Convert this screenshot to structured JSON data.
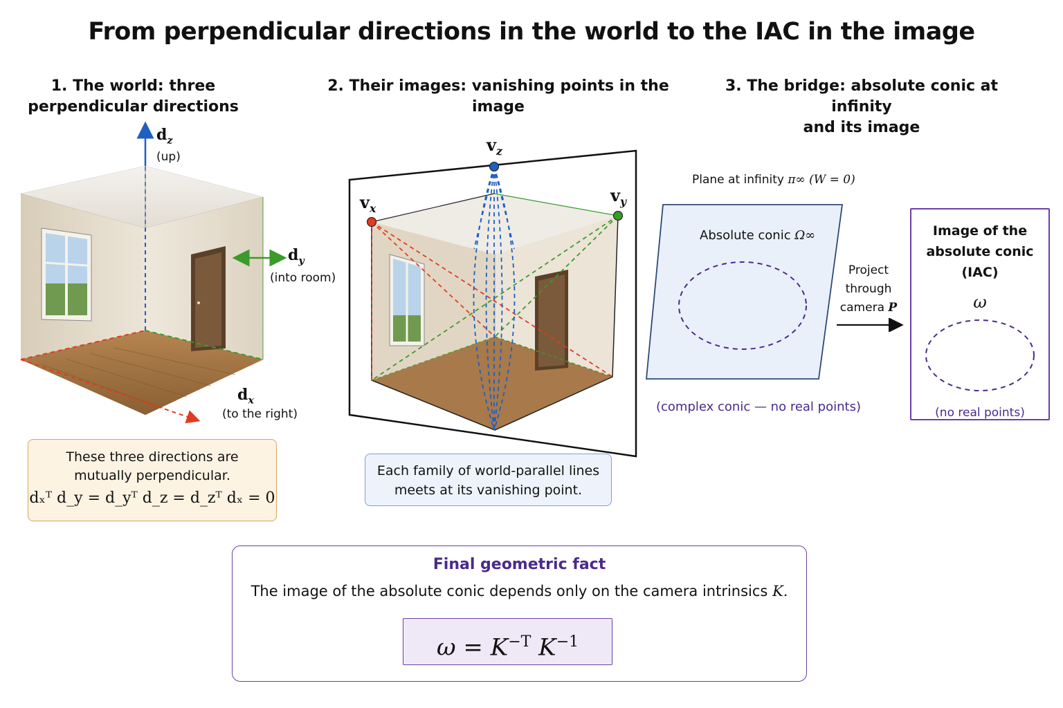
{
  "title": "From perpendicular directions in the world to the IAC in the image",
  "panel1": {
    "heading_line1": "1. The world: three",
    "heading_line2": "perpendicular directions",
    "dz_symbol": "d",
    "dz_sub": "z",
    "dz_desc": "(up)",
    "dy_symbol": "d",
    "dy_sub": "y",
    "dy_desc": "(into room)",
    "dx_symbol": "d",
    "dx_sub": "x",
    "dx_desc": "(to the right)",
    "note_line1": "These three directions are",
    "note_line2": "mutually perpendicular.",
    "note_equation": "dₓᵀ d_y = d_yᵀ d_z = d_zᵀ dₓ = 0"
  },
  "panel2": {
    "heading": "2. Their images: vanishing points in the image",
    "vz_symbol": "v",
    "vz_sub": "z",
    "vx_symbol": "v",
    "vx_sub": "x",
    "vy_symbol": "v",
    "vy_sub": "y",
    "note_line1": "Each family of world-parallel lines",
    "note_line2": "meets at its vanishing point."
  },
  "panel3": {
    "heading_line1": "3. The bridge: absolute conic at infinity",
    "heading_line2": "and its image",
    "plane_label_text": "Plane at infinity",
    "plane_label_math": "π∞ (W = 0)",
    "conic_text": "Absolute conic",
    "conic_math": "Ω∞",
    "complex_note": "(complex conic — no real points)",
    "arrow_line1": "Project",
    "arrow_line2": "through",
    "arrow_line3_text": "camera",
    "arrow_line3_math": "P",
    "iac_line1": "Image of the",
    "iac_line2": "absolute conic (IAC)",
    "iac_symbol": "ω",
    "iac_note": "(no real points)"
  },
  "final": {
    "heading": "Final geometric fact",
    "statement_text": "The image of the absolute conic depends only on the camera intrinsics",
    "statement_math": "K.",
    "equation_lhs": "ω = K",
    "equation_exp1": "−T",
    "equation_mid": "K",
    "equation_exp2": "−1"
  },
  "colors": {
    "x_axis": "#e23b1f",
    "y_axis": "#3a9a2a",
    "z_axis": "#1f5fbf",
    "conic": "#4a2a8a",
    "note_orange_bg": "#fdf3e3",
    "note_orange_border": "#d9a55a",
    "note_blue_bg": "#eef3fb",
    "note_blue_border": "#7ea0d6",
    "plane_fill": "#eaf0fa",
    "iac_border": "#6a3fa8",
    "formula_bg": "#efe9f7"
  }
}
